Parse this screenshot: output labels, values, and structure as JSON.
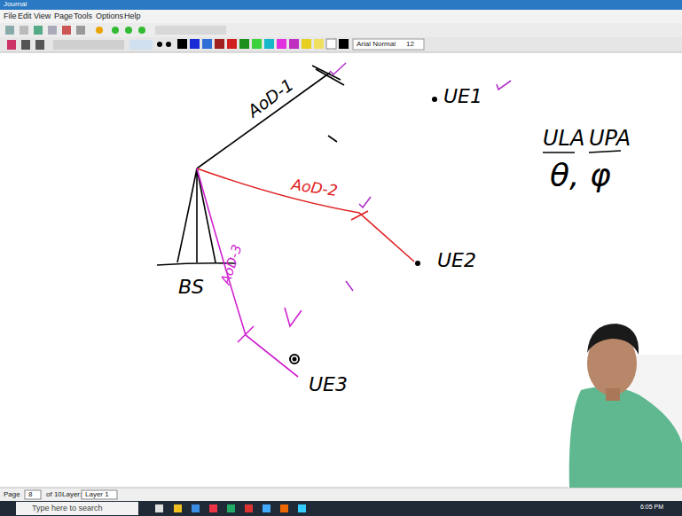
{
  "diagram": {
    "labels": [
      "Journal",
      "File",
      "Edit",
      "View",
      "Page",
      "Tools",
      "Options",
      "Help",
      "Arial Normal",
      "12",
      "AoD-1",
      "UE1",
      "ULA",
      "UPA",
      "θ, φ",
      "AoD-2",
      "UE2",
      "BS",
      "AoD-3",
      "UE3",
      "Page",
      "8",
      "of 10",
      "Layer:",
      "Layer 1",
      "Type here to search",
      "6:05 PM"
    ]
  }
}
